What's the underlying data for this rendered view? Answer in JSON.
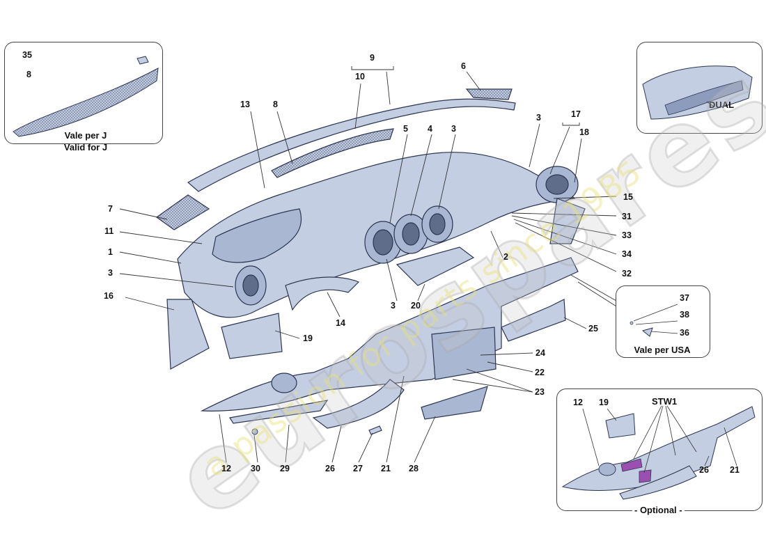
{
  "watermark": {
    "logo": "eurospares",
    "tagline": "a passion for parts since 1985"
  },
  "insets": {
    "top_left": {
      "caption_line1": "Vale per J",
      "caption_line2": "Valid for J"
    },
    "top_right": {
      "caption": "DUAL"
    },
    "mid_right": {
      "caption": "Vale per USA"
    },
    "bottom_right": {
      "title": "STW1",
      "caption": "- Optional -"
    }
  },
  "callouts": [
    "35",
    "8",
    "9",
    "10",
    "6",
    "13",
    "8",
    "5",
    "4",
    "3",
    "3",
    "17",
    "18",
    "7",
    "11",
    "1",
    "3",
    "16",
    "15",
    "31",
    "33",
    "34",
    "32",
    "2",
    "3",
    "20",
    "14",
    "19",
    "25",
    "24",
    "22",
    "23",
    "12",
    "30",
    "29",
    "26",
    "27",
    "21",
    "28",
    "37",
    "38",
    "36",
    "12",
    "19",
    "26",
    "21"
  ],
  "colors": {
    "part_fill": "#c3cee3",
    "part_dark": "#8d9cbd",
    "part_stroke": "#2b3550",
    "highlight": "#9b4fb0",
    "mesh": "#7d8aa8"
  }
}
